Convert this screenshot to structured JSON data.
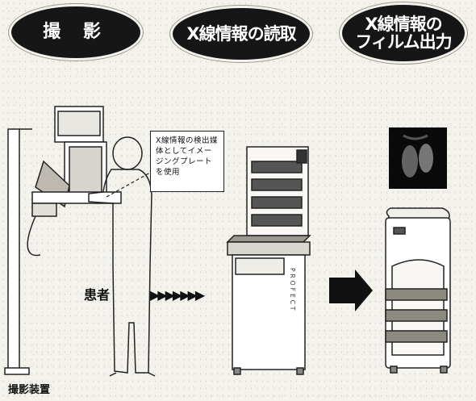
{
  "stages": [
    {
      "line1": "撮 影",
      "line2": ""
    },
    {
      "line1": "X線情報の読取",
      "line2": ""
    },
    {
      "line1": "X線情報の",
      "line2": "フィルム出力"
    }
  ],
  "callout": {
    "text": "X線情報の検出媒体としてイメージングプレートを使用"
  },
  "labels": {
    "patient": "患者",
    "device": "撮影装置",
    "reader_brand": "PROFECT"
  },
  "flow": {
    "arrow_glyphs": "▶▶▶▶▶▶▶",
    "arrow_count": 7
  },
  "colors": {
    "oval": "#161616",
    "background": "#f4f2ec",
    "line": "#222222"
  }
}
